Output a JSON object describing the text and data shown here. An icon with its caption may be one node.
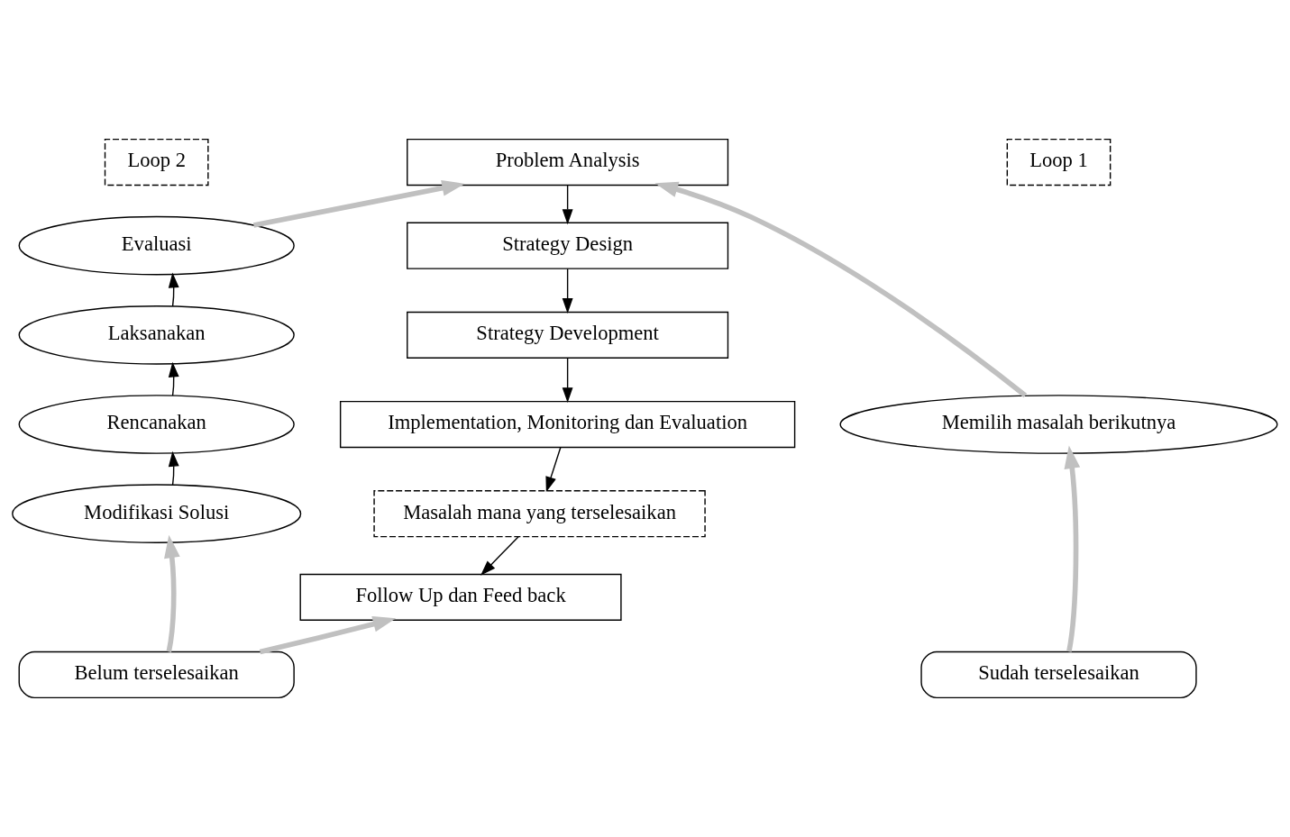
{
  "diagram": {
    "nodes": [
      {
        "text": [
          "Loop 2"
        ]
      },
      {
        "text": [
          "Loop 1"
        ]
      },
      {
        "text": [
          "Problem Analysis"
        ]
      },
      {
        "text": [
          "Strategy Design"
        ]
      },
      {
        "text": [
          "Strategy Development"
        ]
      },
      {
        "text": [
          "Implementation, Monitoring dan Evaluation"
        ]
      },
      {
        "text": [
          "Masalah mana yang terselesaikan"
        ]
      },
      {
        "text": [
          "Follow Up dan Feed back"
        ]
      },
      {
        "text": [
          "Evaluasi"
        ]
      },
      {
        "text": [
          "Laksanakan"
        ]
      },
      {
        "text": [
          "Rencanakan"
        ]
      },
      {
        "text": [
          "Modifikasi Solusi"
        ]
      },
      {
        "text": [
          "Memilih masalah berikutnya"
        ]
      },
      {
        "text": [
          "Belum terselesaikan"
        ]
      },
      {
        "text": [
          "Sudah terselesaikan"
        ]
      }
    ],
    "edges": [
      {
        "from": 2,
        "to": 3,
        "arrow": "to"
      },
      {
        "from": 3,
        "to": 4,
        "arrow": "to"
      },
      {
        "from": 4,
        "to": 5,
        "arrow": "to"
      },
      {
        "from": 5,
        "to": 6,
        "arrow": "to"
      },
      {
        "from": 6,
        "to": 7,
        "arrow": "to"
      },
      {
        "from": 11,
        "to": 10,
        "arrow": "to"
      },
      {
        "from": 10,
        "to": 9,
        "arrow": "to"
      },
      {
        "from": 9,
        "to": 8,
        "arrow": "to"
      },
      {
        "from": 8,
        "to": 2,
        "arrow": "to",
        "style": "thick",
        "color": "#c0c0c0"
      },
      {
        "from": 13,
        "to": 11,
        "arrow": "to",
        "style": "thick",
        "color": "#c0c0c0"
      },
      {
        "from": 13,
        "to": 7,
        "arrow": "to",
        "style": "thick",
        "color": "#c0c0c0"
      },
      {
        "from": 14,
        "to": 12,
        "arrow": "to",
        "style": "thick",
        "color": "#c0c0c0"
      },
      {
        "from": 12,
        "to": 2,
        "arrow": "to",
        "style": "thick",
        "color": "#c0c0c0"
      }
    ]
  }
}
